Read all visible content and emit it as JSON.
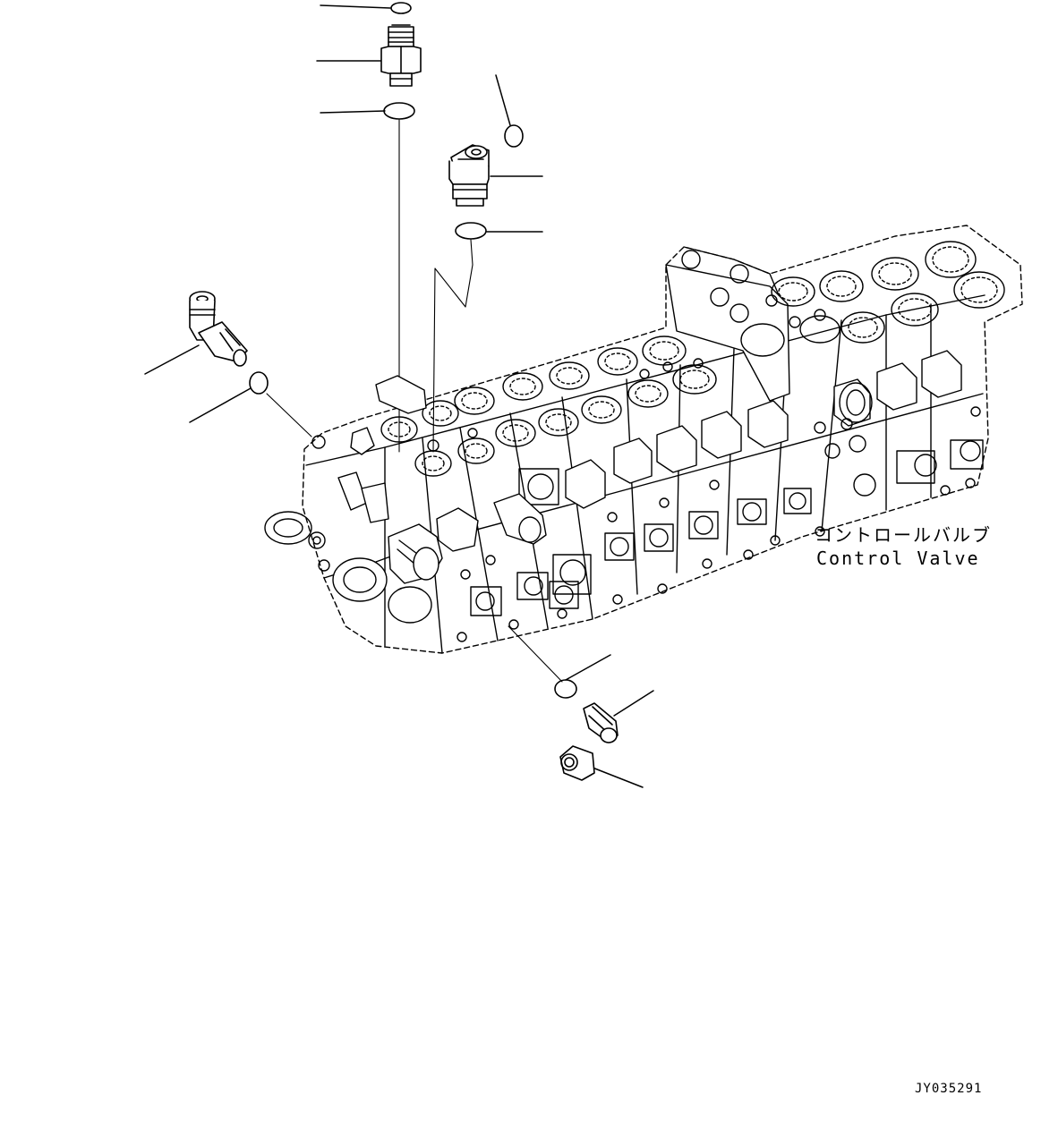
{
  "component_label": {
    "japanese": "コントロールバルブ",
    "english": "Control Valve"
  },
  "drawing_id": "JY035291",
  "colors": {
    "line": "#000000",
    "background": "#ffffff"
  }
}
